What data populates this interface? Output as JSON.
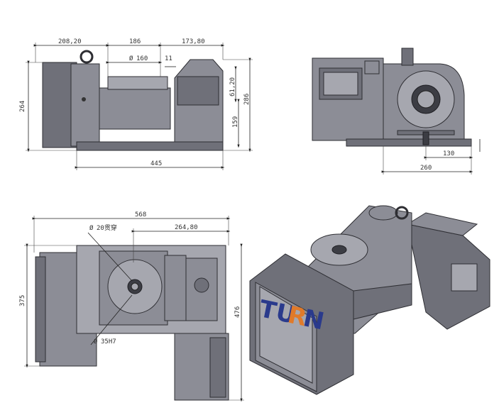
{
  "colors": {
    "metal": "#8c8d96",
    "logo_blue": "#2a3a8c",
    "logo_orange": "#e07a2a"
  },
  "front_view": {
    "dims": [
      "208,20",
      "186",
      "173,80",
      "160",
      "11",
      "61,20",
      "286",
      "264",
      "159",
      "445"
    ]
  },
  "side_view": {
    "dims": [
      "130",
      "260"
    ]
  },
  "top_view": {
    "dims": [
      "568",
      "20贯穿",
      "264,80",
      "375",
      "476",
      "35H7"
    ]
  },
  "logo": {
    "part1": "TU",
    "part2": "R",
    "part3": "N"
  }
}
